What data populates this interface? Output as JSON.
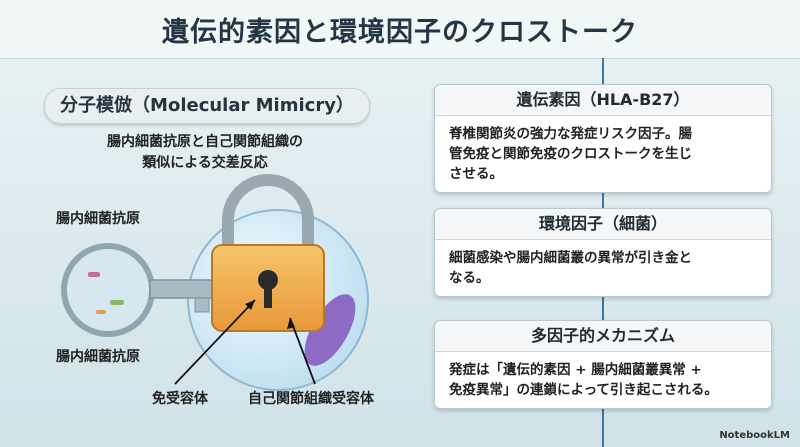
{
  "title": "遺伝的素因と環境因子のクロストーク",
  "left": {
    "pill": "分子模倣（Molecular Mimicry）",
    "desc_line1": "腸内細菌抗原と自己関節組織の",
    "desc_line2": "類似による交差反応",
    "label_top": "腸内細菌抗原",
    "label_bottom": "腸内細菌抗原",
    "label_receptor": "免受容体",
    "label_tissue": "自己関節組織受容体"
  },
  "cards": [
    {
      "title": "遺伝素因（HLA-B27）",
      "line1": "脊椎関節炎の強力な発症リスク因子。腸",
      "line2": "管免疫と関節免疫のクロストークを生じ",
      "line3": "させる。"
    },
    {
      "title": "環境因子（細菌）",
      "line1": "細菌感染や腸内細菌叢の異常が引き金と",
      "line2": "なる。",
      "line3": ""
    },
    {
      "title": "多因子的メカニズム",
      "line1": "発症は「遺伝的素因 + 腸内細菌叢異常 +",
      "line2": "免疫異常」の連鎖によって引き起こされる。",
      "line3": ""
    }
  ],
  "brand": "NotebookLM",
  "colors": {
    "accent_line": "#3b78a6",
    "lock_body": "#f0ad4e",
    "key": "#8fa7b3"
  }
}
